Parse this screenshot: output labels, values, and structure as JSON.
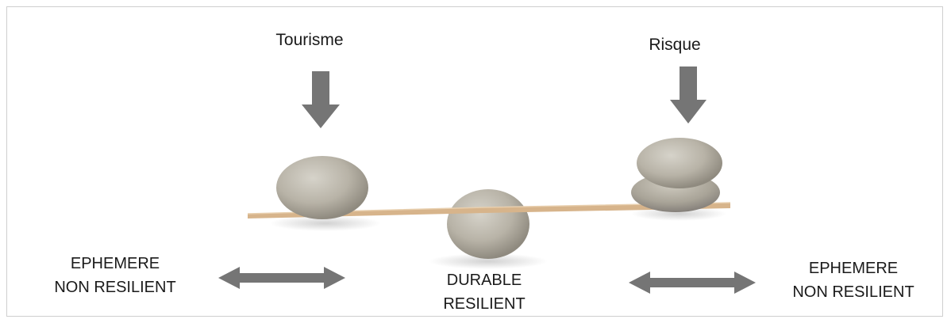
{
  "top_labels": {
    "left": "Tourisme",
    "right": "Risque"
  },
  "bottom_labels": {
    "left": {
      "line1": "EPHEMERE",
      "line2": "NON RESILIENT"
    },
    "center": {
      "line1": "DURABLE",
      "line2": "RESILIENT"
    },
    "right": {
      "line1": "EPHEMERE",
      "line2": "NON RESILIENT"
    }
  },
  "colors": {
    "arrow": "#757575",
    "stone": "#b9b5aa",
    "stick": "#d7b48b"
  }
}
